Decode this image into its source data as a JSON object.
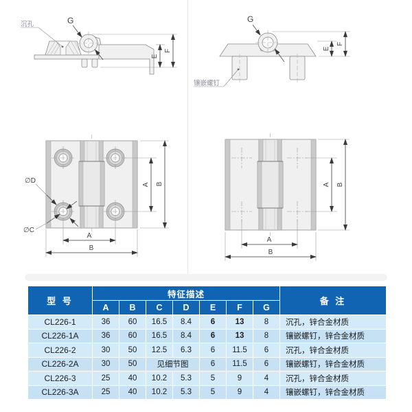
{
  "diagrams": {
    "side_left": {
      "counterbore_label": "沉孔",
      "g_label": "G",
      "e_label": "E",
      "f_label": "F"
    },
    "side_right": {
      "stud_label": "镶嵌螺钉",
      "g_label": "G",
      "e_label": "E",
      "f_label": "F"
    },
    "front": {
      "dia_d_label": "∅D",
      "dia_c_label": "∅C",
      "a_side_label": "A",
      "b_side_label": "B",
      "a_bottom_label": "A",
      "b_bottom_label": "B"
    },
    "rear": {
      "a_side_label": "A",
      "b_side_label": "B",
      "a_bottom_label": "A",
      "b_bottom_label": "B"
    }
  },
  "spec_table": {
    "header": {
      "model": "型 号",
      "feature_group": "特征描述",
      "columns": [
        "A",
        "B",
        "C",
        "D",
        "E",
        "F",
        "G"
      ],
      "remark": "备 注"
    },
    "rows": [
      {
        "model": "CL226-1",
        "values": [
          "36",
          "60",
          "16.5",
          "8.4",
          "6",
          "13",
          "8"
        ],
        "remark": "沉孔，锌合金材质"
      },
      {
        "model": "CL226-1A",
        "values": [
          "36",
          "60",
          "16.5",
          "8.4",
          "6",
          "13",
          "8"
        ],
        "remark": "镶嵌螺钉，锌合金材质"
      },
      {
        "model": "CL226-2",
        "values": [
          "30",
          "50",
          "12.5",
          "6.3",
          "6",
          "11.5",
          "6"
        ],
        "remark": "沉孔，锌合金材质"
      },
      {
        "model": "CL226-2A",
        "values": [
          "30",
          "50",
          "见细节图",
          "6",
          "11.5",
          "6"
        ],
        "remark": "镶嵌螺钉，锌合金材质"
      },
      {
        "model": "CL226-3",
        "values": [
          "25",
          "40",
          "10.2",
          "5.3",
          "5",
          "9",
          "4"
        ],
        "remark": "沉孔，锌合金材质"
      },
      {
        "model": "CL226-3A",
        "values": [
          "25",
          "40",
          "10.2",
          "5.3",
          "5",
          "9",
          "4"
        ],
        "remark": "镶嵌螺钉，锌合金材质"
      }
    ]
  },
  "colors": {
    "header_bg": "#1164b1",
    "header_text": "#ffffff",
    "row_light": "#d3eaf8",
    "row_dark": "#c5e1f3",
    "body_text": "#1c1c1c",
    "cjk_label": "#8e8e9c"
  }
}
